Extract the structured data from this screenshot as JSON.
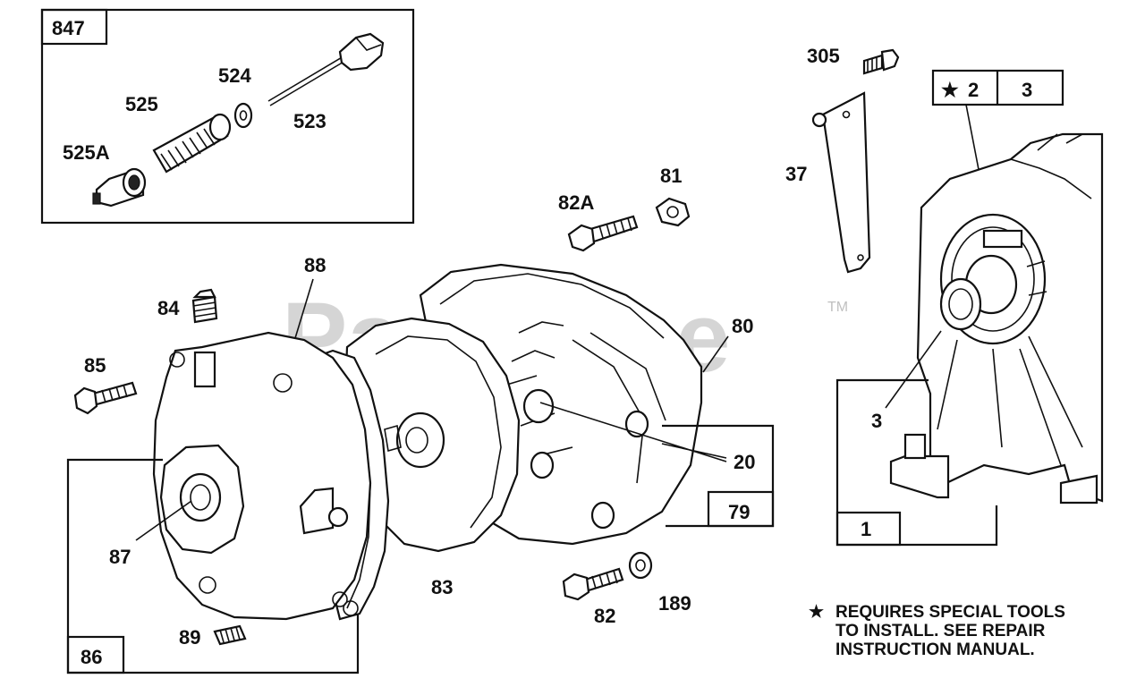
{
  "watermark": "PartsTree",
  "trademark": "TM",
  "group_boxes": {
    "box_847": "847",
    "box_2": "2",
    "box_2_star": "★",
    "box_3": "3",
    "box_1": "1",
    "box_79": "79",
    "box_86": "86"
  },
  "part_labels": {
    "p525a": "525A",
    "p525": "525",
    "p524": "524",
    "p523": "523",
    "p305": "305",
    "p37": "37",
    "p82a": "82A",
    "p81": "81",
    "p88": "88",
    "p84": "84",
    "p85": "85",
    "p80": "80",
    "p20": "20",
    "p3": "3",
    "p87": "87",
    "p83": "83",
    "p82": "82",
    "p189": "189",
    "p89": "89"
  },
  "note": {
    "star": "★",
    "line1": "REQUIRES SPECIAL TOOLS",
    "line2": "TO INSTALL.  SEE REPAIR",
    "line3": "INSTRUCTION MANUAL."
  }
}
